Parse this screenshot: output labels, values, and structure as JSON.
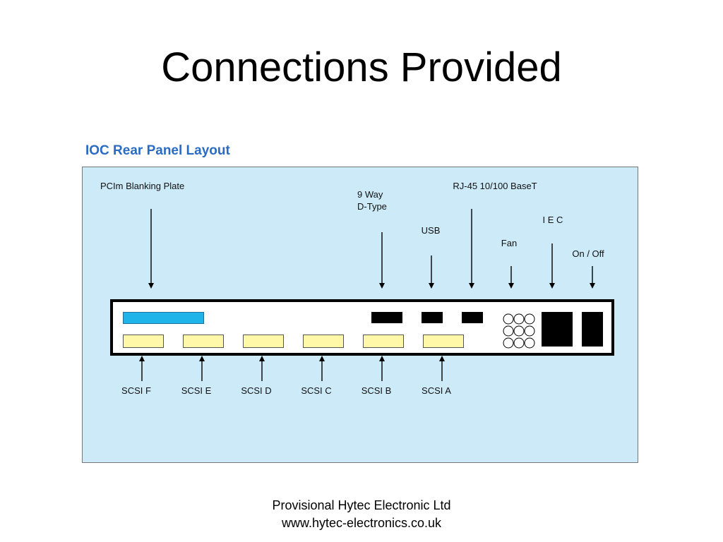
{
  "slide": {
    "title": "Connections Provided"
  },
  "diagram": {
    "heading": "IOC Rear Panel Layout",
    "top_labels": {
      "pcim": "PCIm Blanking Plate",
      "dtype_line1": "9 Way",
      "dtype_line2": "D-Type",
      "usb": "USB",
      "rj45": "RJ-45 10/100 BaseT",
      "fan": "Fan",
      "iec": "I E C",
      "onoff": "On / Off"
    },
    "bottom_labels": [
      "SCSI F",
      "SCSI E",
      "SCSI D",
      "SCSI C",
      "SCSI B",
      "SCSI A"
    ],
    "colors": {
      "background": "#cdeaf9",
      "pcim_plate": "#1eb4ea",
      "scsi_port": "#fff8a8",
      "heading": "#2a6cc4"
    }
  },
  "footer": {
    "line1": "Provisional Hytec Electronic Ltd",
    "line2": "www.hytec-electronics.co.uk"
  }
}
